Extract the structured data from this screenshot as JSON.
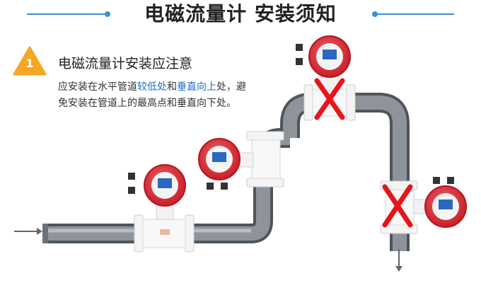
{
  "header": {
    "title": "电磁流量计  安装须知"
  },
  "section": {
    "step_number": "1",
    "heading": "电磁流量计安装应注意",
    "note": {
      "part1": "应安装在水平管道",
      "highlight1": "较低处",
      "part2": "和",
      "highlight2": "垂直向上",
      "part3": "处，避免安装在管道上的最高点和垂直向下处。"
    }
  },
  "colors": {
    "accent_blue": "#3a8fd6",
    "highlight_blue": "#1b6fd0",
    "badge_orange": "#f5a623",
    "pipe_gray": "#8a9096",
    "meter_red": "#e0303a",
    "cross_red": "#e8141c"
  },
  "icons": [
    "flow-arrow-icon",
    "cross-mark-icon",
    "warning-triangle-icon"
  ]
}
